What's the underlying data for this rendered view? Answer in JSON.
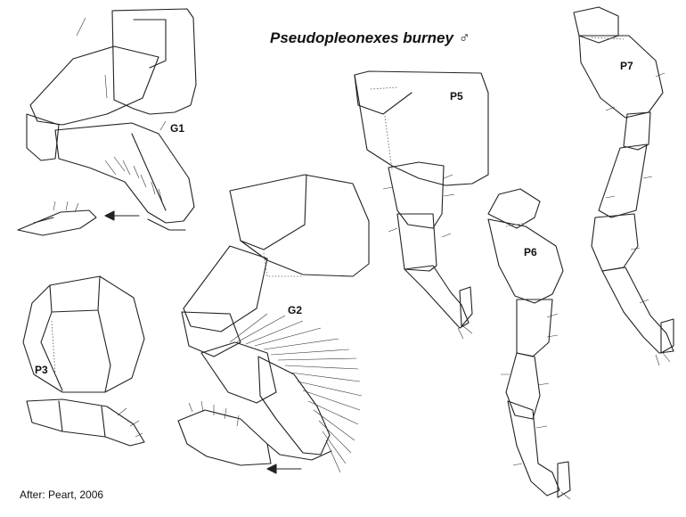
{
  "figure": {
    "title": "Pseudopleonexes burney ♂",
    "credit": "After: Peart, 2006"
  },
  "labels": {
    "g1": "G1",
    "g2": "G2",
    "p3": "P3",
    "p5": "P5",
    "p6": "P6",
    "p7": "P7"
  }
}
